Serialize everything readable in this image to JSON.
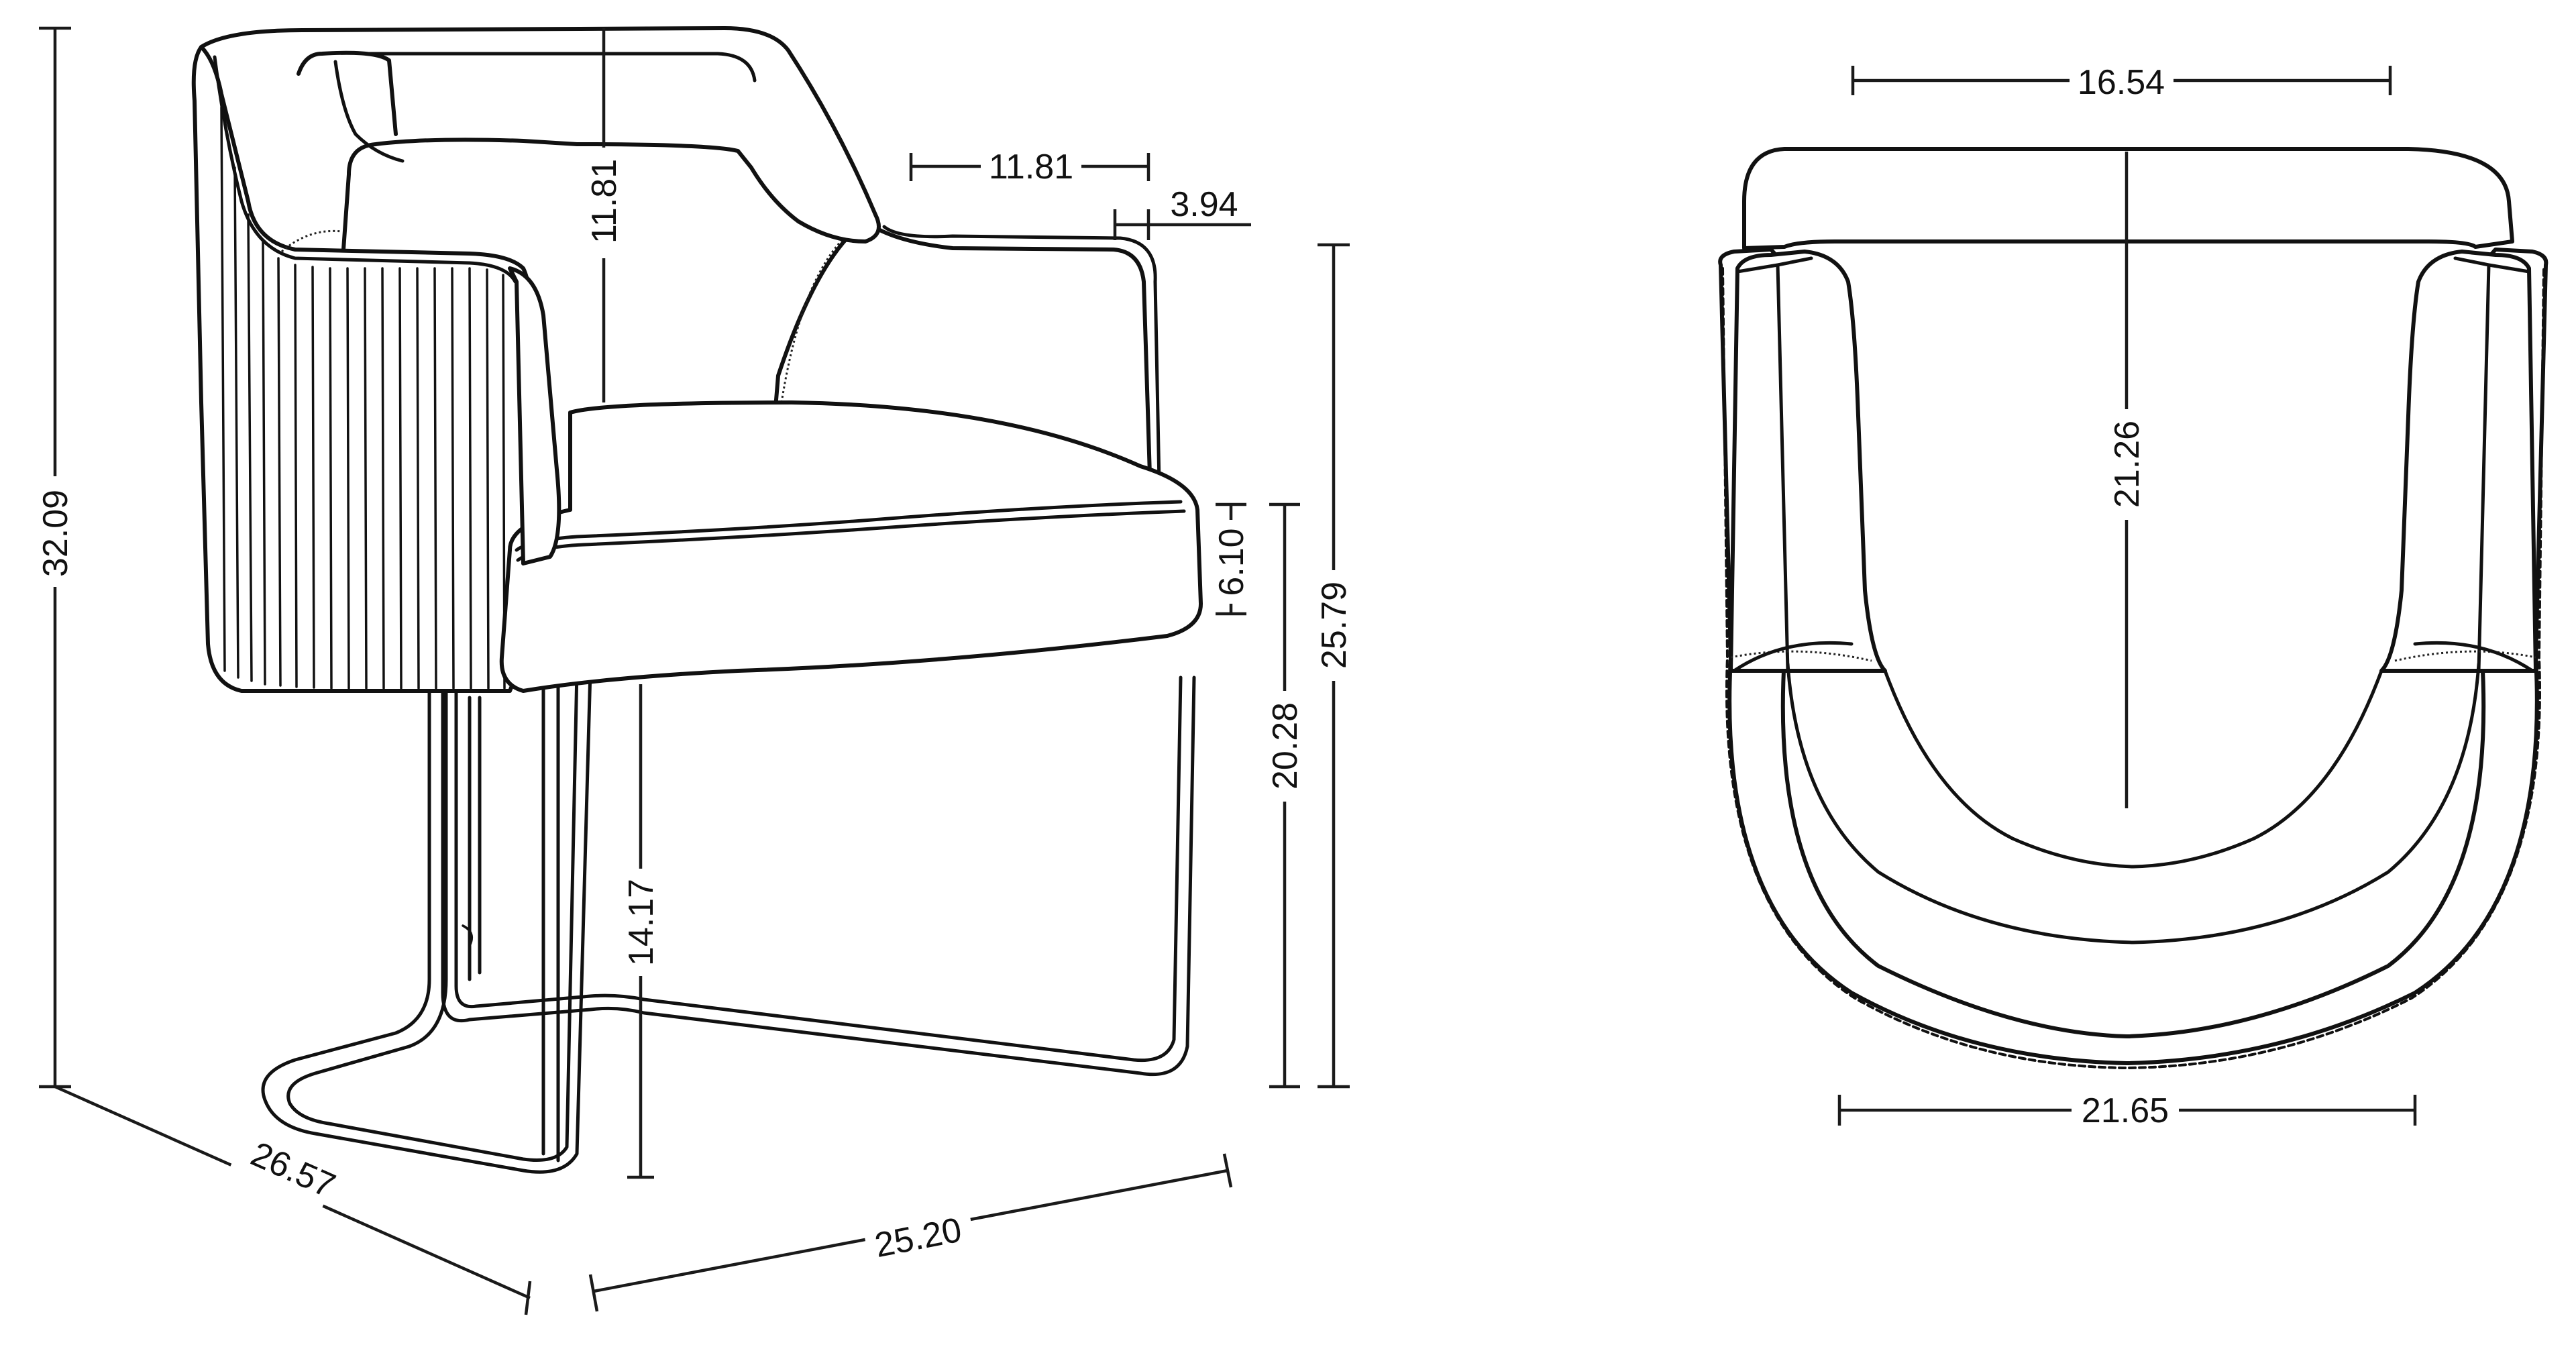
{
  "diagram": {
    "title": "Armchair dimension drawing",
    "units_implied": "inches",
    "line_color": "#111111",
    "background": "#ffffff",
    "views": [
      {
        "name": "perspective-view",
        "dimensions": {
          "overall_height": "32.09",
          "backrest_height": "11.81",
          "arm_length": "11.81",
          "arm_width": "3.94",
          "arm_height": "25.79",
          "seat_height": "20.28",
          "seat_cushion_thickness": "6.10",
          "under_seat_clearance": "14.17",
          "depth": "26.57",
          "width": "25.20"
        }
      },
      {
        "name": "top-view",
        "dimensions": {
          "inner_back_width": "16.54",
          "seat_depth": "21.26",
          "front_width": "21.65"
        }
      }
    ]
  }
}
